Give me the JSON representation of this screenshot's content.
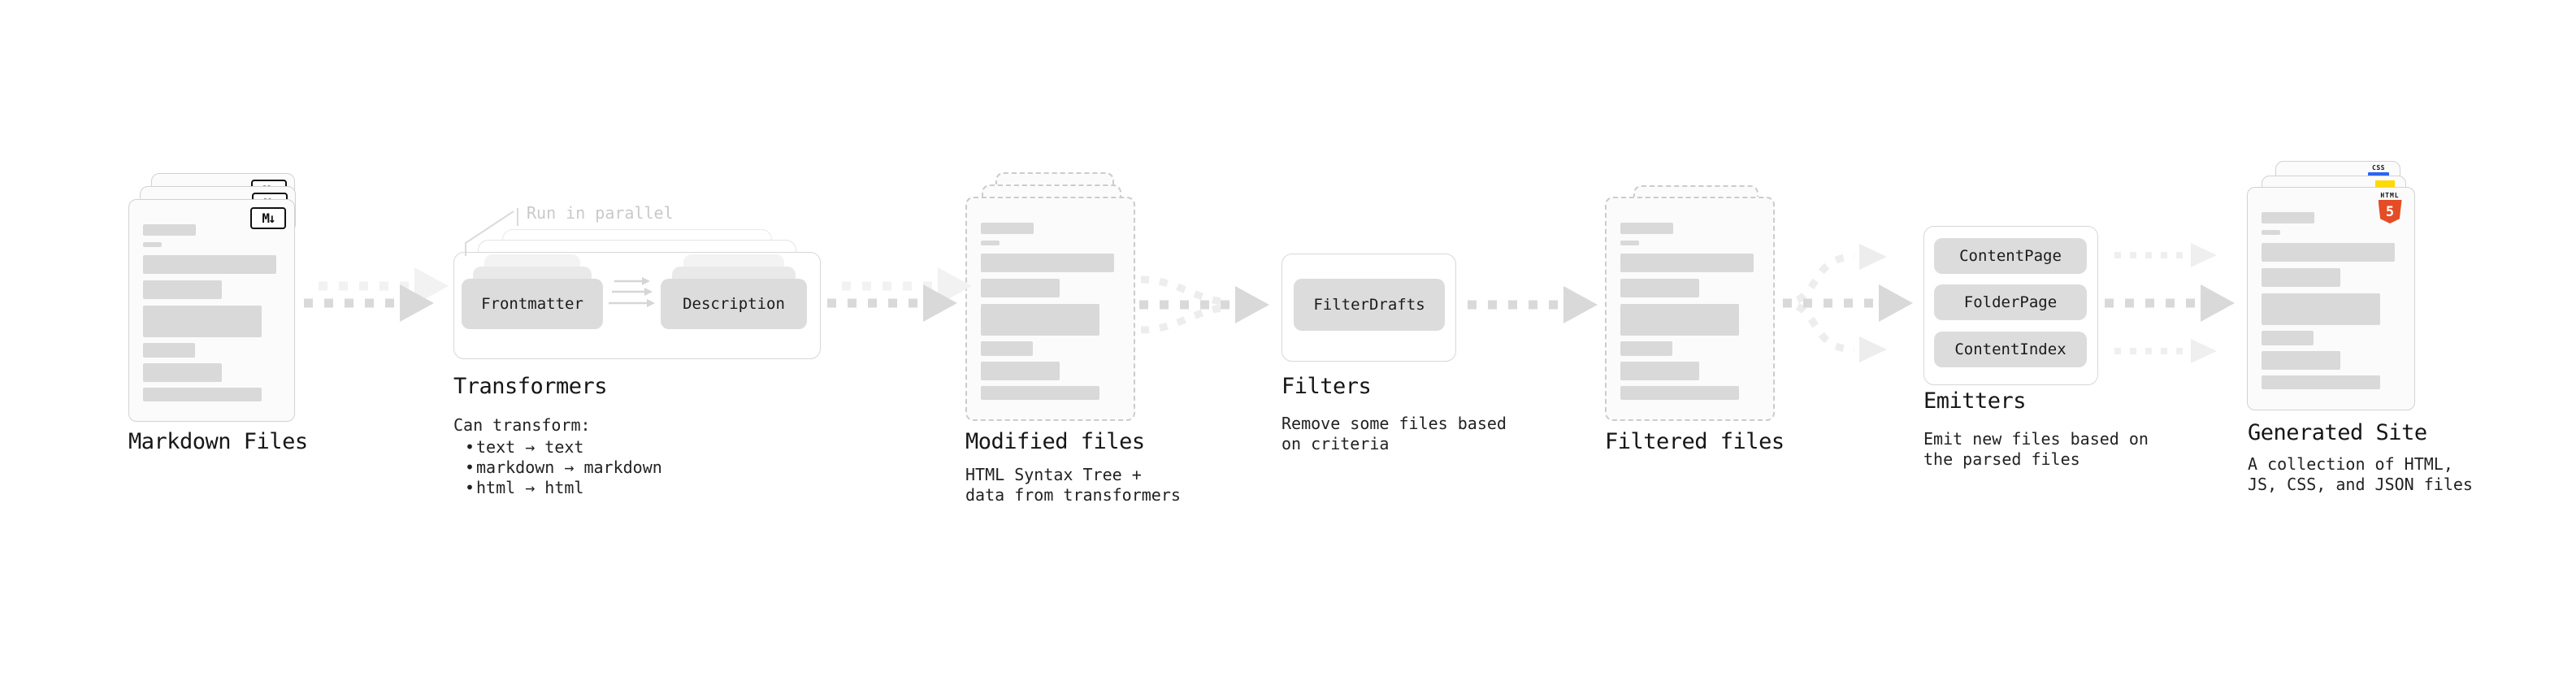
{
  "stages": {
    "markdown": {
      "title": "Markdown Files"
    },
    "transformers": {
      "note": "Run in parallel",
      "pills": [
        "Frontmatter",
        "Description"
      ],
      "title": "Transformers",
      "desc_heading": "Can transform:",
      "bullet_char": "•",
      "bullets": [
        "text → text",
        "markdown → markdown",
        "html → html"
      ]
    },
    "modified": {
      "title": "Modified files",
      "desc": [
        "HTML Syntax Tree +",
        "data from transformers"
      ]
    },
    "filters": {
      "pill": "FilterDrafts",
      "title": "Filters",
      "desc": [
        "Remove some files based",
        "on criteria"
      ]
    },
    "filtered": {
      "title": "Filtered files"
    },
    "emitters": {
      "pills": [
        "ContentPage",
        "FolderPage",
        "ContentIndex"
      ],
      "title": "Emitters",
      "desc": [
        "Emit new files based on",
        "the parsed files"
      ]
    },
    "generated": {
      "title": "Generated Site",
      "desc": [
        "A collection of HTML,",
        "JS, CSS, and JSON files"
      ]
    }
  },
  "icons": {
    "markdown_badge": "M↓",
    "html5_word": "HTML",
    "html5_digit": "5",
    "css_word": "CSS"
  },
  "colors": {
    "html5_orange": "#e44d26",
    "js_yellow": "#ffd900",
    "css_blue": "#2965f1",
    "pill_gray": "#dcdcdc",
    "arrow_gray": "#d9d9d9",
    "note_gray": "#c9c9c9"
  }
}
